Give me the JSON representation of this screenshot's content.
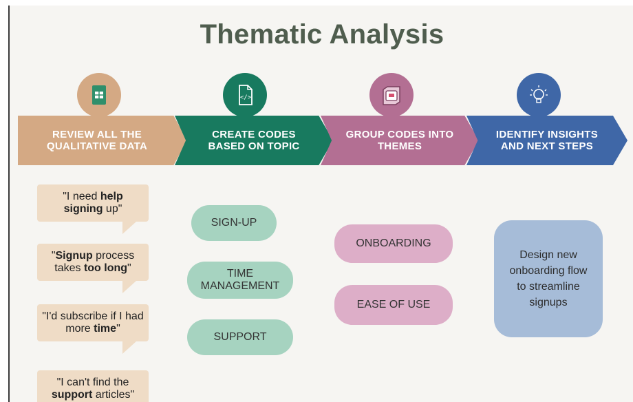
{
  "title": "Thematic Analysis",
  "colors": {
    "tan": "#d4a984",
    "green": "#187a5f",
    "pink": "#b36f93",
    "blue": "#3f67a7",
    "title": "#4f5d4e"
  },
  "steps": [
    {
      "label": "REVIEW ALL THE\nQUALITATIVE DATA",
      "icon": "spreadsheet-icon"
    },
    {
      "label": "CREATE CODES\nBASED ON TOPIC",
      "icon": "code-file-icon"
    },
    {
      "label": "GROUP CODES INTO\nTHEMES",
      "icon": "folder-icon"
    },
    {
      "label": "IDENTIFY INSIGHTS\nAND NEXT STEPS",
      "icon": "lightbulb-icon"
    }
  ],
  "quotes": [
    {
      "before": "\"I need ",
      "b1": "help",
      "mid": "",
      "b2": "signing",
      "after": " up\""
    },
    {
      "before": "\"",
      "b1": "Signup",
      "mid": " process takes ",
      "b2": "too long",
      "after": "\""
    },
    {
      "before": "\"I'd subscribe if I had more ",
      "b1": "time",
      "mid": "",
      "b2": "",
      "after": "\""
    },
    {
      "before": "\"I can't find the ",
      "b1": "support",
      "mid": "",
      "b2": "",
      "after": " articles\""
    }
  ],
  "codes": [
    "SIGN-UP",
    "TIME\nMANAGEMENT",
    "SUPPORT"
  ],
  "themes": [
    "ONBOARDING",
    "EASE OF USE"
  ],
  "insight": "Design new\nonboarding flow\nto streamline\nsignups"
}
